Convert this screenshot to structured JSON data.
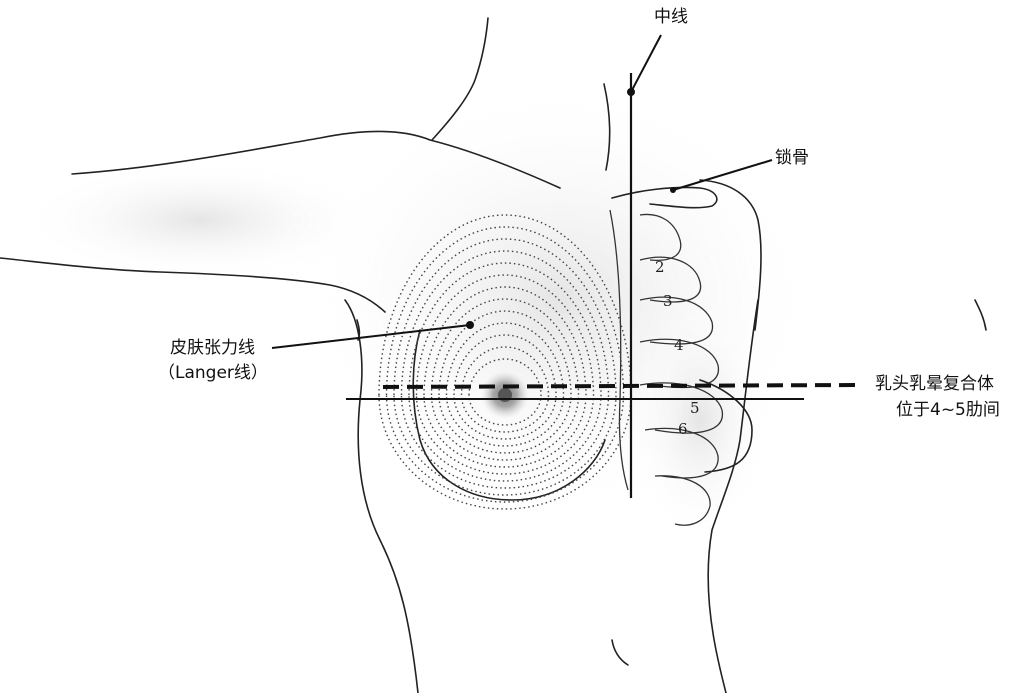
{
  "labels": {
    "midline": "中线",
    "clavicle": "锁骨",
    "langer_line_1": "皮肤张力线",
    "langer_line_2": "（Langer线）",
    "nipple_1": "乳头乳晕复合体",
    "nipple_2": "位于4~5肋间"
  },
  "rib_numbers": [
    "2",
    "3",
    "4",
    "5",
    "6"
  ],
  "colors": {
    "ink": "#111111",
    "skin_shade": "#d8d8d8",
    "background": "#ffffff"
  }
}
